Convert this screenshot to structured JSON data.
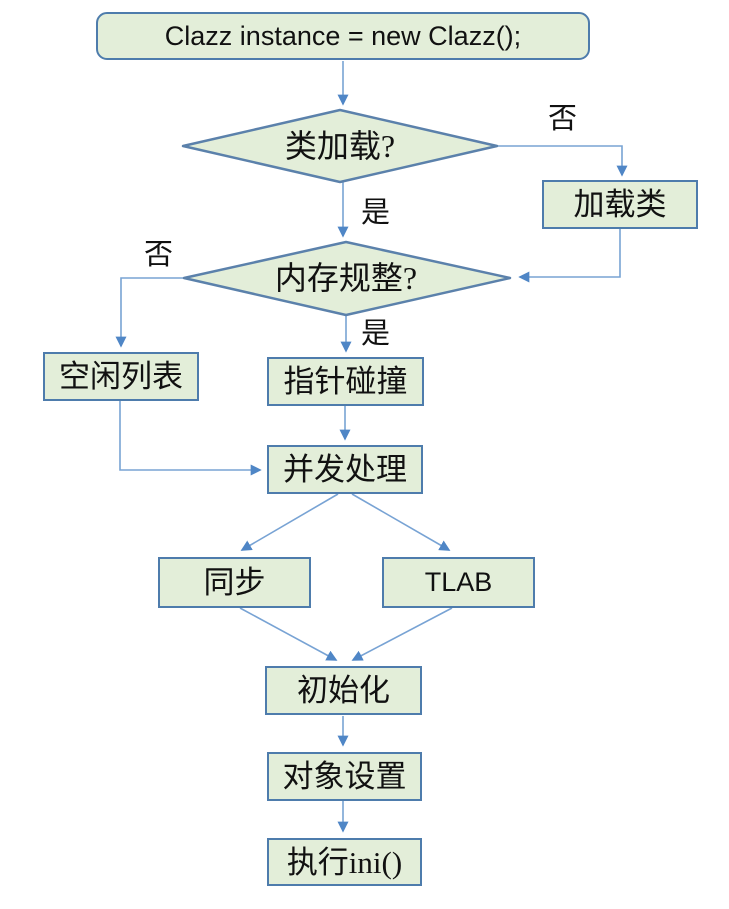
{
  "colors": {
    "node-fill": "#e3eed9",
    "node-border": "#4e7cac",
    "diamond-border": "#5b81ab",
    "connector": "#78a3d4",
    "arrowhead": "#4f86c6",
    "text": "#111111",
    "canvas": "#ffffff"
  },
  "nodes": {
    "start": {
      "label": "Clazz instance = new Clazz();"
    },
    "decision_class_loaded": {
      "label": "类加载?"
    },
    "load_class": {
      "label": "加载类"
    },
    "decision_memory_regular": {
      "label": "内存规整?"
    },
    "free_list": {
      "label": "空闲列表"
    },
    "pointer_bump": {
      "label": "指针碰撞"
    },
    "concurrent_handling": {
      "label": "并发处理"
    },
    "sync": {
      "label": "同步"
    },
    "tlab": {
      "label": "TLAB"
    },
    "initialize": {
      "label": "初始化"
    },
    "object_setup": {
      "label": "对象设置"
    },
    "run_ini": {
      "label": "执行ini()"
    }
  },
  "edge_labels": {
    "class_loaded_no": "否",
    "class_loaded_yes": "是",
    "memory_regular_no": "否",
    "memory_regular_yes": "是"
  }
}
